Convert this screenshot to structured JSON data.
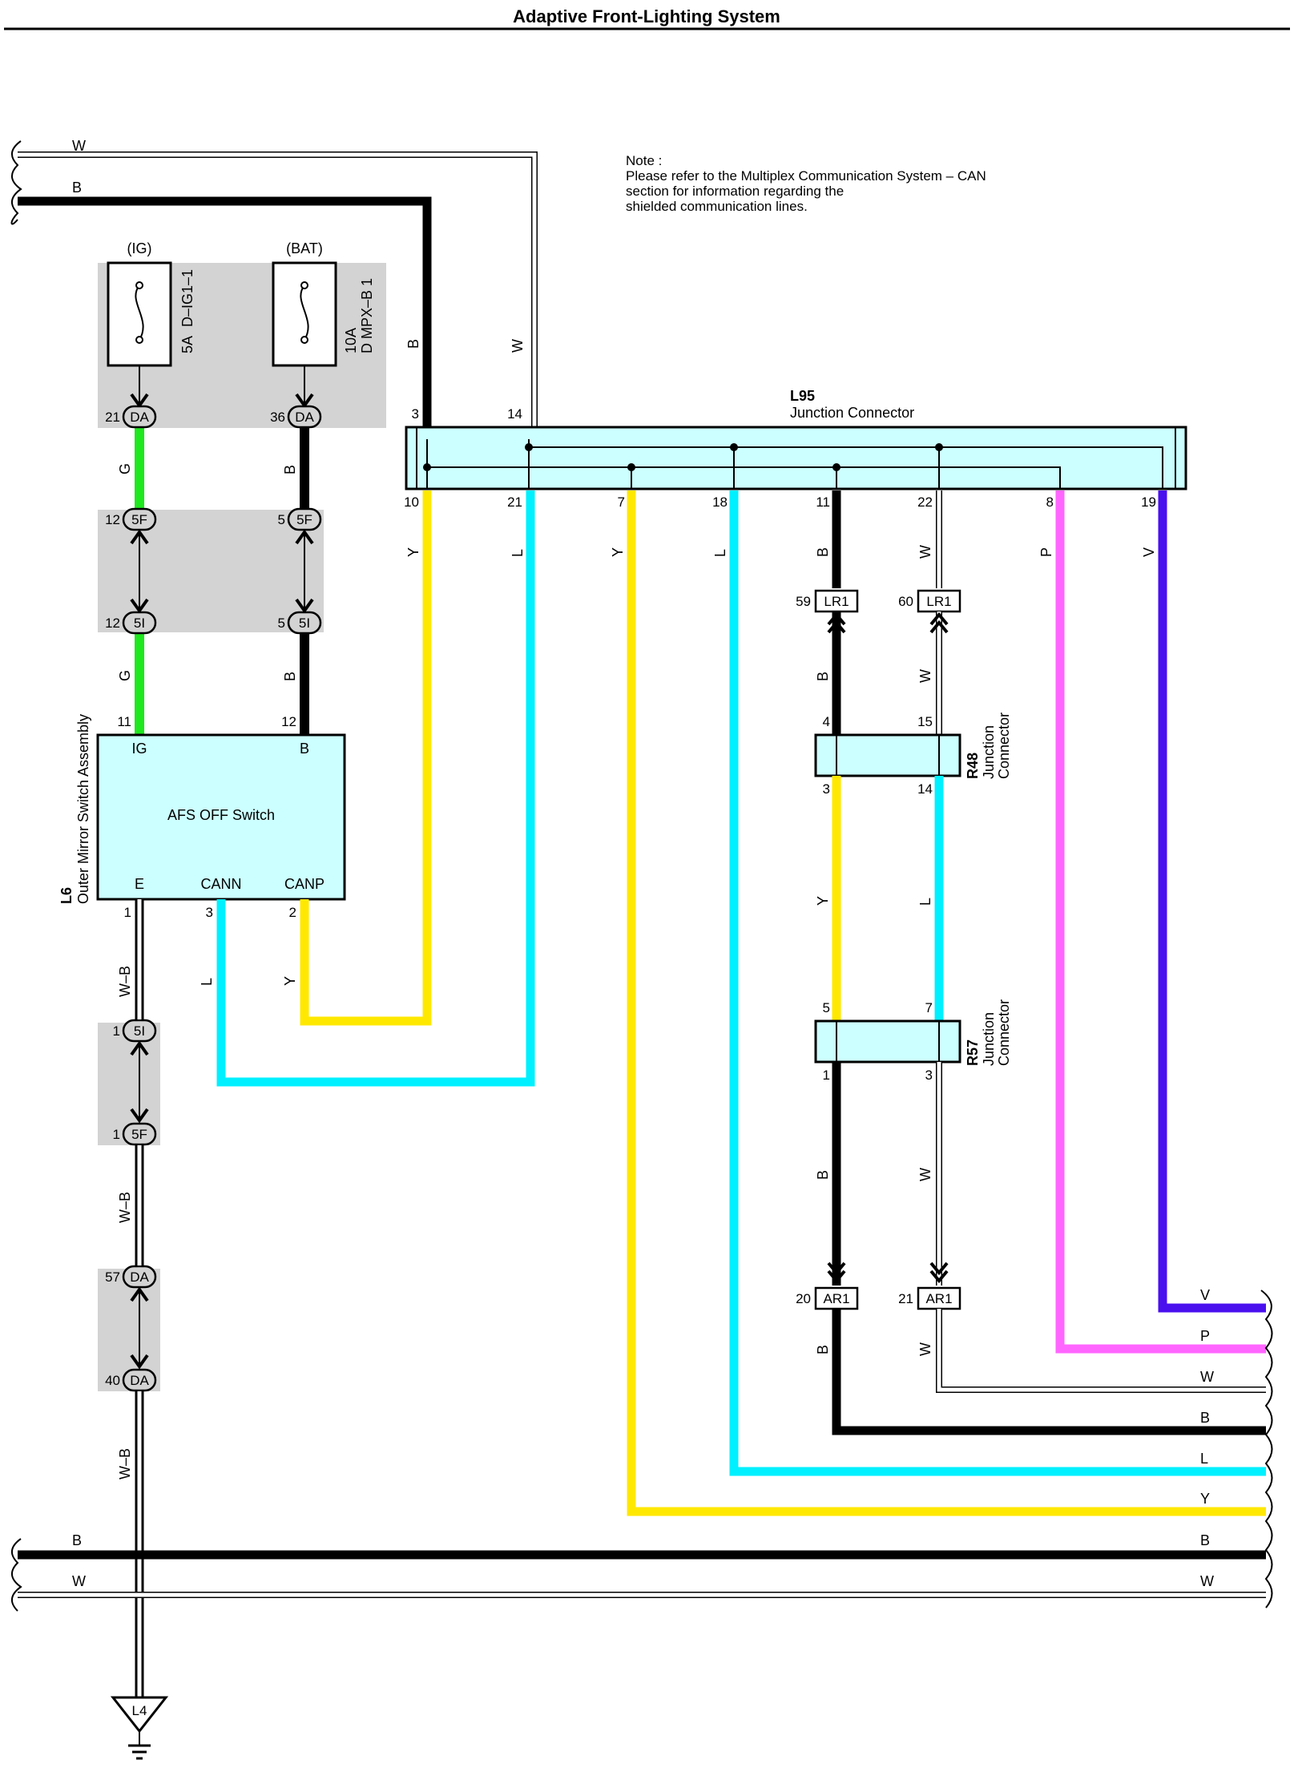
{
  "title": "Adaptive Front-Lighting System",
  "note": {
    "heading": "Note :",
    "lines": [
      "Please refer to the Multiplex Communication System – CAN",
      "section for information regarding the",
      "shielded communication lines."
    ]
  },
  "fuses": {
    "ig": {
      "source": "(IG)",
      "rating": "5A",
      "name": "D–IG1–1"
    },
    "bat": {
      "source": "(BAT)",
      "rating": "10A",
      "name": "D MPX–B 1"
    }
  },
  "junction_l95": {
    "code": "L95",
    "name": "Junction Connector",
    "pins_top": [
      "3",
      "14"
    ],
    "pins_bottom": [
      "10",
      "21",
      "7",
      "18",
      "11",
      "22",
      "8",
      "19"
    ]
  },
  "junction_r48": {
    "code": "R48",
    "name_line1": "Junction",
    "name_line2": "Connector",
    "pins_top": [
      "4",
      "15"
    ],
    "pins_bottom": [
      "3",
      "14"
    ]
  },
  "junction_r57": {
    "code": "R57",
    "name_line1": "Junction",
    "name_line2": "Connector",
    "pins_top": [
      "5",
      "7"
    ],
    "pins_bottom": [
      "1",
      "3"
    ]
  },
  "switch_l6": {
    "code": "L6",
    "name": "Outer Mirror Switch Assembly",
    "label": "AFS OFF Switch",
    "terminals": {
      "ig": "IG",
      "b": "B",
      "e": "E",
      "cann": "CANN",
      "canp": "CANP"
    },
    "pins": {
      "ig": "11",
      "b": "12",
      "e": "1",
      "cann": "3",
      "canp": "2"
    }
  },
  "connectors": [
    {
      "pin": "21",
      "code": "DA"
    },
    {
      "pin": "36",
      "code": "DA"
    },
    {
      "pin": "12",
      "code": "5F"
    },
    {
      "pin": "5",
      "code": "5F"
    },
    {
      "pin": "12",
      "code": "5I"
    },
    {
      "pin": "5",
      "code": "5I"
    },
    {
      "pin": "1",
      "code": "5I"
    },
    {
      "pin": "1",
      "code": "5F"
    },
    {
      "pin": "57",
      "code": "DA"
    },
    {
      "pin": "40",
      "code": "DA"
    }
  ],
  "rect_connectors": [
    {
      "pin": "59",
      "code": "LR1"
    },
    {
      "pin": "60",
      "code": "LR1"
    },
    {
      "pin": "20",
      "code": "AR1"
    },
    {
      "pin": "21",
      "code": "AR1"
    }
  ],
  "ground": {
    "code": "L4"
  },
  "wire_colors": {
    "W": "#ffffff",
    "B": "#000000",
    "G": "#1ee81e",
    "Y": "#ffe800",
    "L": "#00f0ff",
    "P": "#ff66ff",
    "V": "#4a10ee",
    "W-B": "#ffffff"
  },
  "wire_labels": {
    "w": "W",
    "b": "B",
    "g": "G",
    "y": "Y",
    "l": "L",
    "p": "P",
    "v": "V",
    "wb": "W–B"
  },
  "colors": {
    "shade": "#d3d3d3",
    "box_fill": "#ccffff"
  }
}
